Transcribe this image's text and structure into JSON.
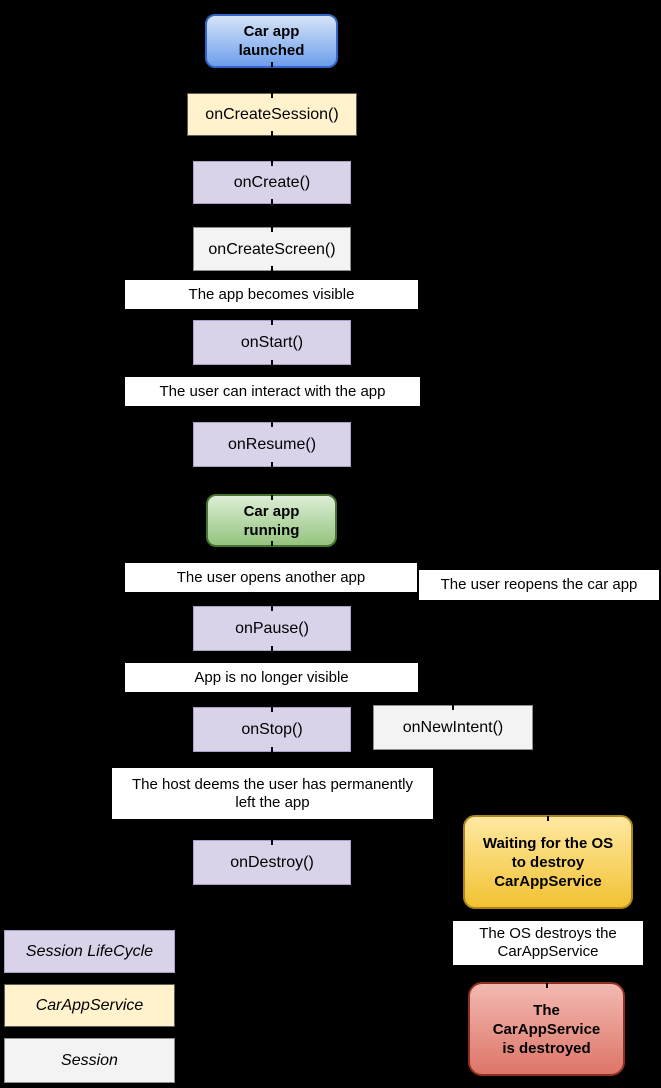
{
  "diagram": {
    "name": "Car app lifecycle flowchart",
    "background_color": "#000000"
  },
  "colors": {
    "state_launched": "#6d9eeb",
    "state_running": "#93c47d",
    "state_waiting": "#f1c232",
    "state_destroyed": "#e06666",
    "session_lifecycle": "#d9d2e9",
    "car_app_service": "#fff2cc",
    "session": "#f3f3f3",
    "note": "#ffffff"
  },
  "flow": {
    "launched": {
      "label": "Car app\nlaunched",
      "type": "state"
    },
    "on_create_session": {
      "label": "onCreateSession()",
      "type": "CarAppService"
    },
    "on_create": {
      "label": "onCreate()",
      "type": "Session LifeCycle"
    },
    "on_create_screen": {
      "label": "onCreateScreen()",
      "type": "Session"
    },
    "app_becomes_visible": {
      "label": "The app becomes visible",
      "type": "note"
    },
    "on_start": {
      "label": "onStart()",
      "type": "Session LifeCycle"
    },
    "user_can_interact": {
      "label": "The user can interact with the app",
      "type": "note"
    },
    "on_resume": {
      "label": "onResume()",
      "type": "Session LifeCycle"
    },
    "running": {
      "label": "Car app\nrunning",
      "type": "state"
    },
    "user_opens_another": {
      "label": "The user opens another app",
      "type": "note"
    },
    "user_reopens": {
      "label": "The user reopens the car app",
      "type": "note"
    },
    "on_pause": {
      "label": "onPause()",
      "type": "Session LifeCycle"
    },
    "app_not_visible": {
      "label": "App is no longer visible",
      "type": "note"
    },
    "on_stop": {
      "label": "onStop()",
      "type": "Session LifeCycle"
    },
    "on_new_intent": {
      "label": "onNewIntent()",
      "type": "Session"
    },
    "host_deems": {
      "label": "The host deems the user has permanently\nleft the app",
      "type": "note"
    },
    "on_destroy": {
      "label": "onDestroy()",
      "type": "Session LifeCycle"
    },
    "waiting_os": {
      "label": "Waiting for the OS\nto destroy\nCarAppService",
      "type": "state"
    },
    "os_destroys": {
      "label": "The OS destroys the\nCarAppService",
      "type": "note"
    },
    "destroyed": {
      "label": "The\nCarAppService\nis destroyed",
      "type": "state"
    }
  },
  "legend": {
    "items": [
      {
        "label": "Session LifeCycle",
        "color": "#d9d2e9"
      },
      {
        "label": "CarAppService",
        "color": "#fff2cc"
      },
      {
        "label": "Session",
        "color": "#f3f3f3"
      }
    ]
  }
}
